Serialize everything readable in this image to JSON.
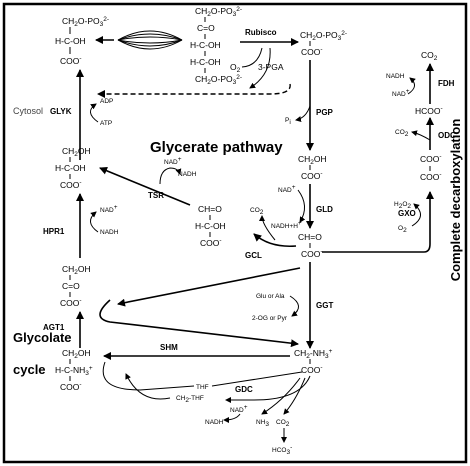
{
  "titles": {
    "glycerate_pathway": "Glycerate pathway",
    "complete_decarboxylation": "Complete decarboxylation",
    "glycolate_cycle_line1": "Glycolate",
    "glycolate_cycle_line2": "cycle",
    "cytosol": "Cytosol"
  },
  "enzymes": {
    "rubisco": "Rubisco",
    "glyk": "GLYK",
    "pgp": "PGP",
    "hpr1": "HPR1",
    "tsr": "TSR",
    "gld": "GLD",
    "gcl": "GCL",
    "agt1": "AGT1",
    "ggt": "GGT",
    "shm": "SHM",
    "gdc": "GDC",
    "fdh": "FDH",
    "odc": "ODC",
    "gxo": "GXO"
  },
  "cofactors": {
    "adp": "ADP",
    "atp": "ATP",
    "pi": "P",
    "pi_sub": "i",
    "o2": "O",
    "two": "2",
    "three_pga": "3-PGA",
    "nad_plus": "NAD",
    "nadh": "NADH",
    "nadh_h": "NADH+H",
    "co2": "CO",
    "h2o2": "H",
    "glu_ala": "Glu or Ala",
    "og_pyr": "2-OG or Pyr",
    "thf": "THF",
    "ch2_thf": "CH",
    "ch2_thf_tail": "-THF",
    "nh3": "NH",
    "hco3": "HCO",
    "plus": "+",
    "minus": "-",
    "superscript_2minus": "2-"
  },
  "molecules": {
    "ch2o_po3": "CH",
    "ch2o_tail": "O-PO",
    "ch2oh": "CH",
    "oh_tail": "OH",
    "hcoh": "H-C-OH",
    "coo": "COO",
    "c_eq_o": "C=O",
    "ch_eq_o": "CH=O",
    "c_eq_o_h": "CH=O",
    "hcoo": "HCOO",
    "ch2_nh3": "CH",
    "nh3_tail": "-NH",
    "h_c_nh3": "H-C-NH",
    "co2_product": "CO"
  }
}
